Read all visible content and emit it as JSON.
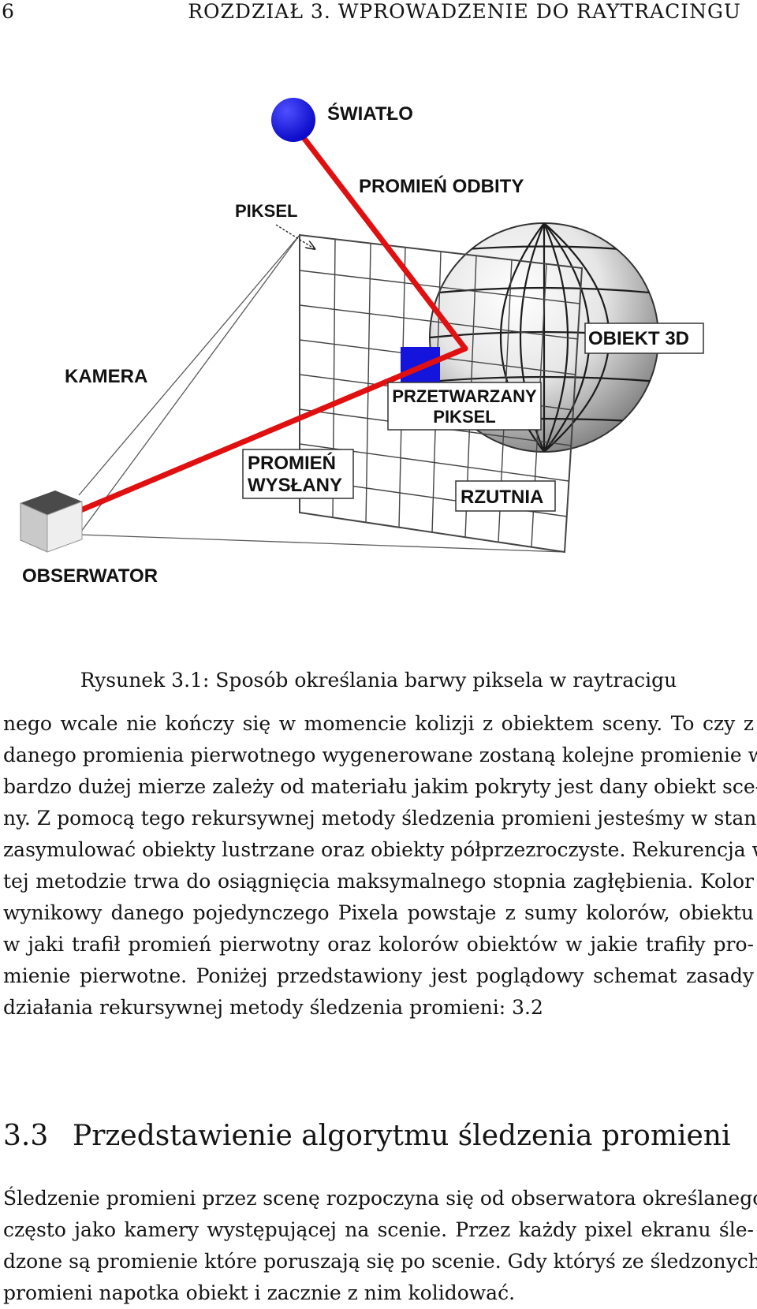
{
  "header": {
    "page_number": "6",
    "running_head": "ROZDZIAŁ 3.  WPROWADZENIE DO RAYTRACINGU"
  },
  "figure": {
    "labels": {
      "light": "ŚWIATŁO",
      "reflected_ray": "PROMIEŃ ODBITY",
      "pixel": "PIKSEL",
      "object3d": "OBIEKT 3D",
      "camera": "KAMERA",
      "processed_pixel_1": "PRZETWARZANY",
      "processed_pixel_2": "PIKSEL",
      "sent_ray_1": "PROMIEŃ",
      "sent_ray_2": "WYSŁANY",
      "viewport": "RZUTNIA",
      "observer": "OBSERWATOR"
    },
    "colors": {
      "ray": "#e01010",
      "light": "#1a1aef",
      "pixel": "#1414dd",
      "grid": "#444444"
    }
  },
  "caption": "Rysunek 3.1: Sposób określania barwy piksela w raytracigu",
  "paragraph1": [
    "nego wcale nie kończy się w momencie kolizji z obiektem sceny. To czy z",
    "danego promienia pierwotnego wygenerowane zostaną kolejne promienie w",
    "bardzo dużej mierze zależy od materiału jakim pokryty jest dany obiekt sce-",
    "ny. Z pomocą tego rekursywnej metody śledzenia promieni jesteśmy w stanie",
    "zasymulować obiekty lustrzane oraz obiekty półprzezroczyste. Rekurencja w",
    "tej metodzie trwa do osiągnięcia maksymalnego stopnia zagłębienia. Kolor",
    "wynikowy danego pojedynczego Pixela powstaje z sumy kolorów, obiektu",
    "w jaki trafił promień pierwotny oraz kolorów obiektów w jakie trafiły pro-",
    "mienie pierwotne. Poniżej przedstawiony jest poglądowy schemat zasady",
    "działania rekursywnej metody śledzenia promieni: 3.2"
  ],
  "section": {
    "number": "3.3",
    "title": "Przedstawienie algorytmu śledzenia promieni"
  },
  "paragraph2": [
    "Śledzenie promieni przez scenę rozpoczyna się od obserwatora określanego",
    "często jako kamery występującej na scenie. Przez każdy pixel ekranu śle-",
    "dzone są promienie które poruszają się po scenie. Gdy któryś ze śledzonych",
    "promieni napotka obiekt i zacznie z nim kolidować."
  ]
}
